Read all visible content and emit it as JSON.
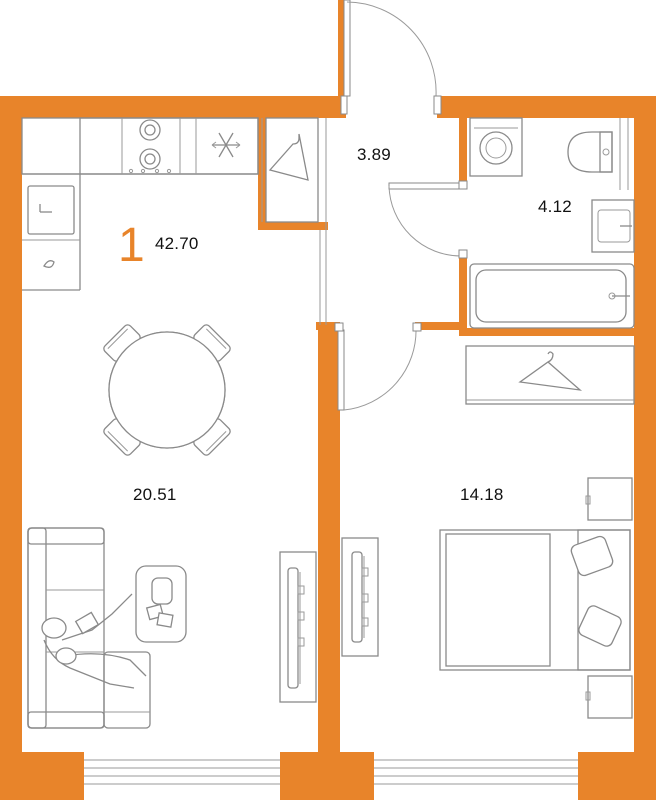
{
  "apartment": {
    "rooms_count": "1",
    "total_area": "42.70"
  },
  "rooms": {
    "living_kitchen_area": "20.51",
    "hallway_area": "3.89",
    "bathroom_area": "4.12",
    "bedroom_area": "14.18"
  },
  "colors": {
    "wall": "#E8842A",
    "furniture_line": "#8a8a8a",
    "text": "#111111"
  }
}
